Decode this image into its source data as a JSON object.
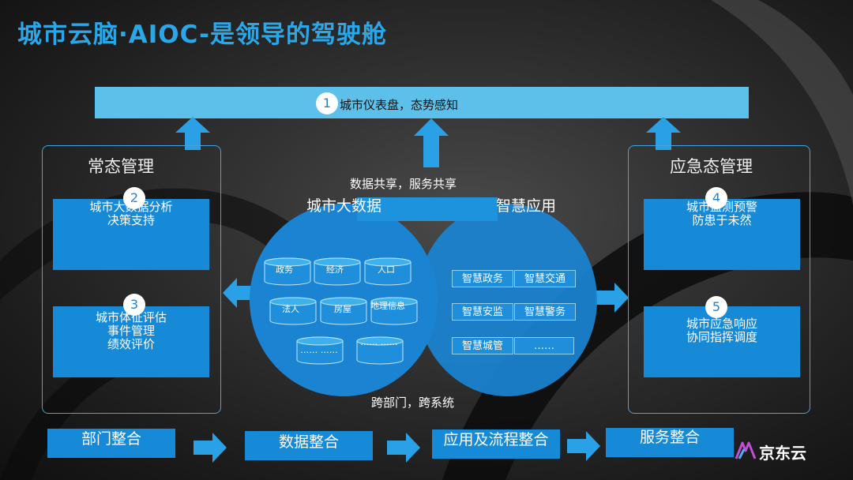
{
  "title": "城市云脑·AIOC-是领导的驾驶舱",
  "top_bar": {
    "number": "1",
    "text": "城市仪表盘，态势感知"
  },
  "left_panel": {
    "title": "常态管理",
    "cards": [
      {
        "number": "2",
        "lines": [
          "城市大数据分析",
          "决策支持"
        ]
      },
      {
        "number": "3",
        "lines": [
          "城市体征评估",
          "事件管理",
          "绩效评价"
        ]
      }
    ]
  },
  "right_panel": {
    "title": "应急态管理",
    "cards": [
      {
        "number": "4",
        "lines": [
          "城市监测预警",
          "防患于未然"
        ]
      },
      {
        "number": "5",
        "lines": [
          "城市应急响应",
          "协同指挥调度"
        ]
      }
    ]
  },
  "center": {
    "share_text": "数据共享，服务共享",
    "bigdata_label": "城市大数据",
    "app_label": "智慧应用",
    "cylinders": [
      "政务",
      "经济",
      "人口",
      "法人",
      "房屋",
      "地理信息",
      "…… ……",
      "…… ……"
    ],
    "apps": [
      "智慧政务",
      "智慧交通",
      "智慧安监",
      "智慧警务",
      "智慧城管",
      "……"
    ],
    "cross_text": "跨部门，跨系统"
  },
  "bottom_steps": [
    "部门整合",
    "数据整合",
    "应用及流程整合",
    "服务整合"
  ],
  "logo": {
    "text": "京东云"
  },
  "colors": {
    "accent": "#2aa7e8",
    "card": "#168ad6",
    "bar": "#5cc0ea",
    "circle": "#1a84d2"
  }
}
